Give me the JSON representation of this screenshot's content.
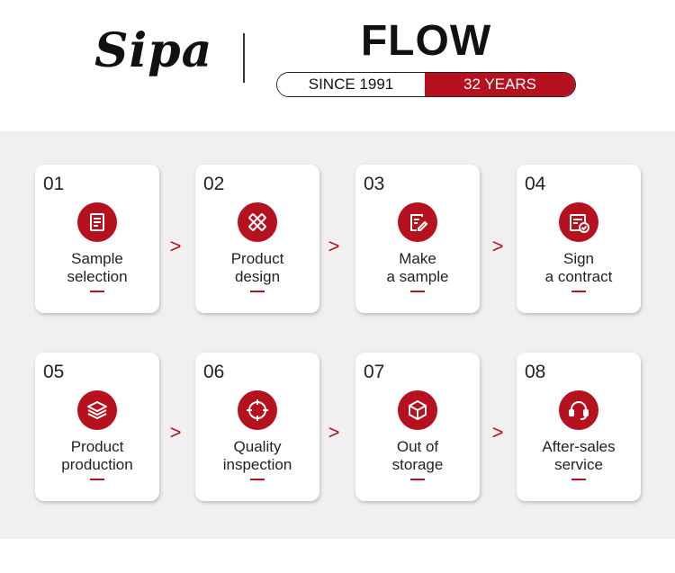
{
  "header": {
    "logo": "Sipa",
    "title": "FLOW",
    "since": "SINCE 1991",
    "years": "32 YEARS"
  },
  "arrow_glyph": ">",
  "steps": [
    {
      "num": "01",
      "line1": "Sample",
      "line2": "selection",
      "icon": "document-list-icon"
    },
    {
      "num": "02",
      "line1": "Product",
      "line2": "design",
      "icon": "pencil-ruler-icon"
    },
    {
      "num": "03",
      "line1": "Make",
      "line2": "a sample",
      "icon": "edit-document-icon"
    },
    {
      "num": "04",
      "line1": "Sign",
      "line2": "a contract",
      "icon": "contract-check-icon"
    },
    {
      "num": "05",
      "line1": "Product",
      "line2": "production",
      "icon": "layers-icon"
    },
    {
      "num": "06",
      "line1": "Quality",
      "line2": "inspection",
      "icon": "crosshair-icon"
    },
    {
      "num": "07",
      "line1": "Out of",
      "line2": "storage",
      "icon": "box-icon"
    },
    {
      "num": "08",
      "line1": "After-sales",
      "line2": "service",
      "icon": "headset-icon"
    }
  ],
  "colors": {
    "accent": "#b5111f",
    "panel": "#f0f0f0"
  }
}
